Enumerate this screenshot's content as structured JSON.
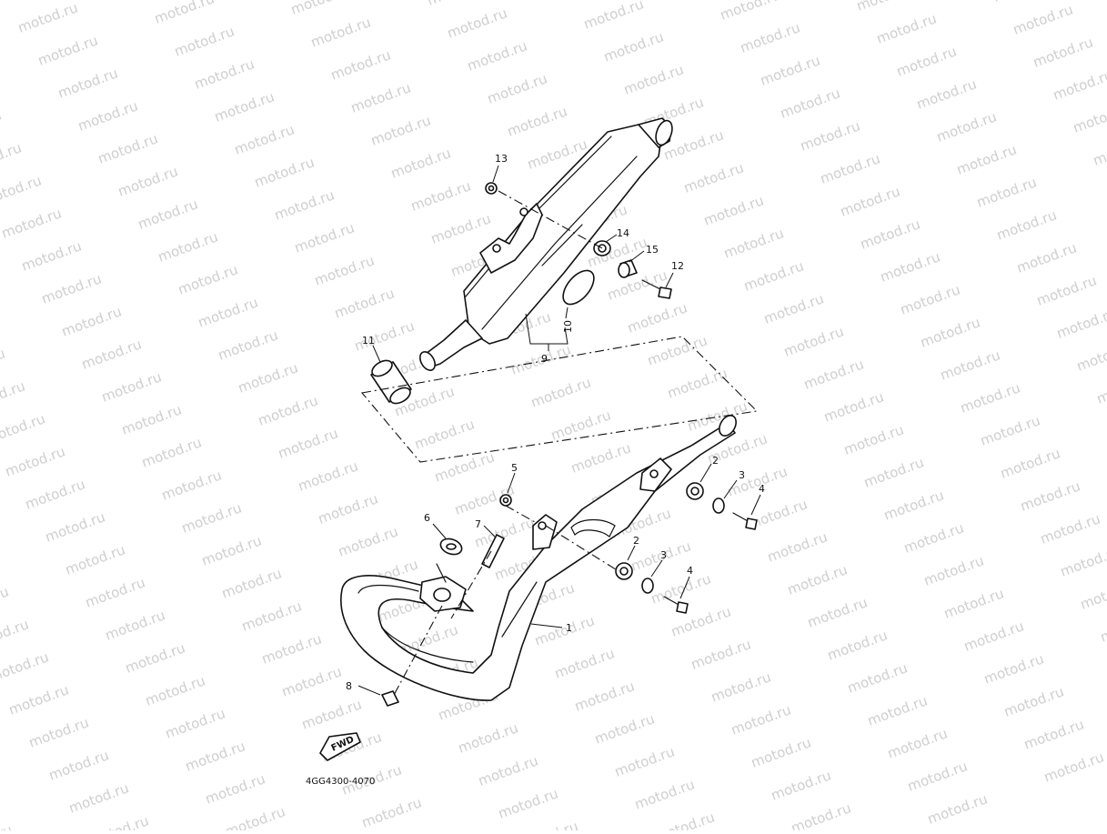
{
  "watermark": {
    "text": "motod.ru"
  },
  "diagram": {
    "code": "4GG4300-4070",
    "forward_label": "FWD",
    "callouts": [
      "1",
      "2",
      "2",
      "3",
      "3",
      "4",
      "4",
      "5",
      "6",
      "7",
      "8",
      "9",
      "10",
      "11",
      "12",
      "13",
      "14",
      "15"
    ]
  }
}
